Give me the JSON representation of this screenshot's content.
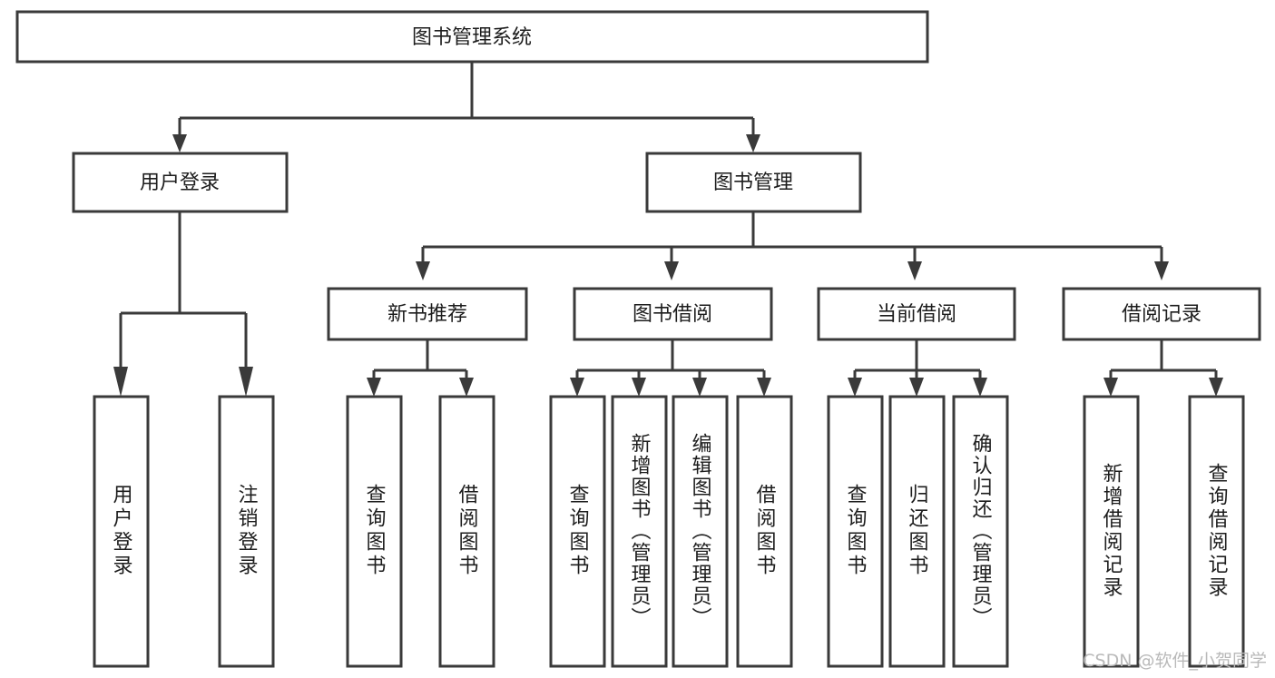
{
  "page": {
    "title": "图书管理系统 功能结构图",
    "background_color": "#ffffff",
    "box_stroke_color": "#3a3a3a",
    "text_color": "#1d1d1d",
    "watermark_color": "#b9b9b9"
  },
  "watermark": {
    "text": "CSDN @软件_小贺同学"
  },
  "chart_data": {
    "type": "diagram",
    "subtype": "tree-hierarchy",
    "title": "图书管理系统",
    "orientation": "top-down",
    "edge_style": "orthogonal-with-arrowheads",
    "levels": 4,
    "nodes": [
      {
        "id": "root",
        "label": "图书管理系统",
        "level": 0,
        "orient": "horizontal",
        "parent": null
      },
      {
        "id": "login",
        "label": "用户登录",
        "level": 1,
        "orient": "horizontal",
        "parent": "root"
      },
      {
        "id": "bookmgmt",
        "label": "图书管理",
        "level": 1,
        "orient": "horizontal",
        "parent": "root"
      },
      {
        "id": "newbook",
        "label": "新书推荐",
        "level": 2,
        "orient": "horizontal",
        "parent": "bookmgmt"
      },
      {
        "id": "borrow",
        "label": "图书借阅",
        "level": 2,
        "orient": "horizontal",
        "parent": "bookmgmt"
      },
      {
        "id": "current",
        "label": "当前借阅",
        "level": 2,
        "orient": "horizontal",
        "parent": "bookmgmt"
      },
      {
        "id": "records",
        "label": "借阅记录",
        "level": 2,
        "orient": "horizontal",
        "parent": "bookmgmt"
      },
      {
        "id": "leaf-user-login",
        "label": "用户登录",
        "level": 3,
        "orient": "vertical",
        "parent": "login"
      },
      {
        "id": "leaf-user-logout",
        "label": "注销登录",
        "level": 3,
        "orient": "vertical",
        "parent": "login"
      },
      {
        "id": "leaf-nb-query",
        "label": "查询图书",
        "level": 3,
        "orient": "vertical",
        "parent": "newbook"
      },
      {
        "id": "leaf-nb-borrow",
        "label": "借阅图书",
        "level": 3,
        "orient": "vertical",
        "parent": "newbook"
      },
      {
        "id": "leaf-bw-query",
        "label": "查询图书",
        "level": 3,
        "orient": "vertical",
        "parent": "borrow"
      },
      {
        "id": "leaf-bw-add",
        "label": "新增图书（管理员）",
        "level": 3,
        "orient": "vertical",
        "parent": "borrow"
      },
      {
        "id": "leaf-bw-edit",
        "label": "编辑图书（管理员）",
        "level": 3,
        "orient": "vertical",
        "parent": "borrow"
      },
      {
        "id": "leaf-bw-borrow",
        "label": "借阅图书",
        "level": 3,
        "orient": "vertical",
        "parent": "borrow"
      },
      {
        "id": "leaf-cur-query",
        "label": "查询图书",
        "level": 3,
        "orient": "vertical",
        "parent": "current"
      },
      {
        "id": "leaf-cur-return",
        "label": "归还图书",
        "level": 3,
        "orient": "vertical",
        "parent": "current"
      },
      {
        "id": "leaf-cur-confirm",
        "label": "确认归还（管理员）",
        "level": 3,
        "orient": "vertical",
        "parent": "current"
      },
      {
        "id": "leaf-rec-add",
        "label": "新增借阅记录",
        "level": 3,
        "orient": "vertical",
        "parent": "records"
      },
      {
        "id": "leaf-rec-query",
        "label": "查询借阅记录",
        "level": 3,
        "orient": "vertical",
        "parent": "records"
      }
    ],
    "edges": [
      {
        "from": "root",
        "to": "login"
      },
      {
        "from": "root",
        "to": "bookmgmt"
      },
      {
        "from": "bookmgmt",
        "to": "newbook"
      },
      {
        "from": "bookmgmt",
        "to": "borrow"
      },
      {
        "from": "bookmgmt",
        "to": "current"
      },
      {
        "from": "bookmgmt",
        "to": "records"
      },
      {
        "from": "login",
        "to": "leaf-user-login"
      },
      {
        "from": "login",
        "to": "leaf-user-logout"
      },
      {
        "from": "newbook",
        "to": "leaf-nb-query"
      },
      {
        "from": "newbook",
        "to": "leaf-nb-borrow"
      },
      {
        "from": "borrow",
        "to": "leaf-bw-query"
      },
      {
        "from": "borrow",
        "to": "leaf-bw-add"
      },
      {
        "from": "borrow",
        "to": "leaf-bw-edit"
      },
      {
        "from": "borrow",
        "to": "leaf-bw-borrow"
      },
      {
        "from": "current",
        "to": "leaf-cur-query"
      },
      {
        "from": "current",
        "to": "leaf-cur-return"
      },
      {
        "from": "current",
        "to": "leaf-cur-confirm"
      },
      {
        "from": "records",
        "to": "leaf-rec-add"
      },
      {
        "from": "records",
        "to": "leaf-rec-query"
      }
    ]
  },
  "nodes": {
    "root": {
      "label": "图书管理系统"
    },
    "login": {
      "label": "用户登录"
    },
    "bookmgmt": {
      "label": "图书管理"
    },
    "newbook": {
      "label": "新书推荐"
    },
    "borrow": {
      "label": "图书借阅"
    },
    "current": {
      "label": "当前借阅"
    },
    "records": {
      "label": "借阅记录"
    },
    "leaf_user_login": {
      "label": "用户登录"
    },
    "leaf_user_logout": {
      "label": "注销登录"
    },
    "leaf_nb_query": {
      "label": "查询图书"
    },
    "leaf_nb_borrow": {
      "label": "借阅图书"
    },
    "leaf_bw_query": {
      "label": "查询图书"
    },
    "leaf_bw_add": {
      "label": "新增图书（管理员）"
    },
    "leaf_bw_edit": {
      "label": "编辑图书（管理员）"
    },
    "leaf_bw_borrow": {
      "label": "借阅图书"
    },
    "leaf_cur_query": {
      "label": "查询图书"
    },
    "leaf_cur_return": {
      "label": "归还图书"
    },
    "leaf_cur_confirm": {
      "label": "确认归还（管理员）"
    },
    "leaf_rec_add": {
      "label": "新增借阅记录"
    },
    "leaf_rec_query": {
      "label": "查询借阅记录"
    }
  }
}
